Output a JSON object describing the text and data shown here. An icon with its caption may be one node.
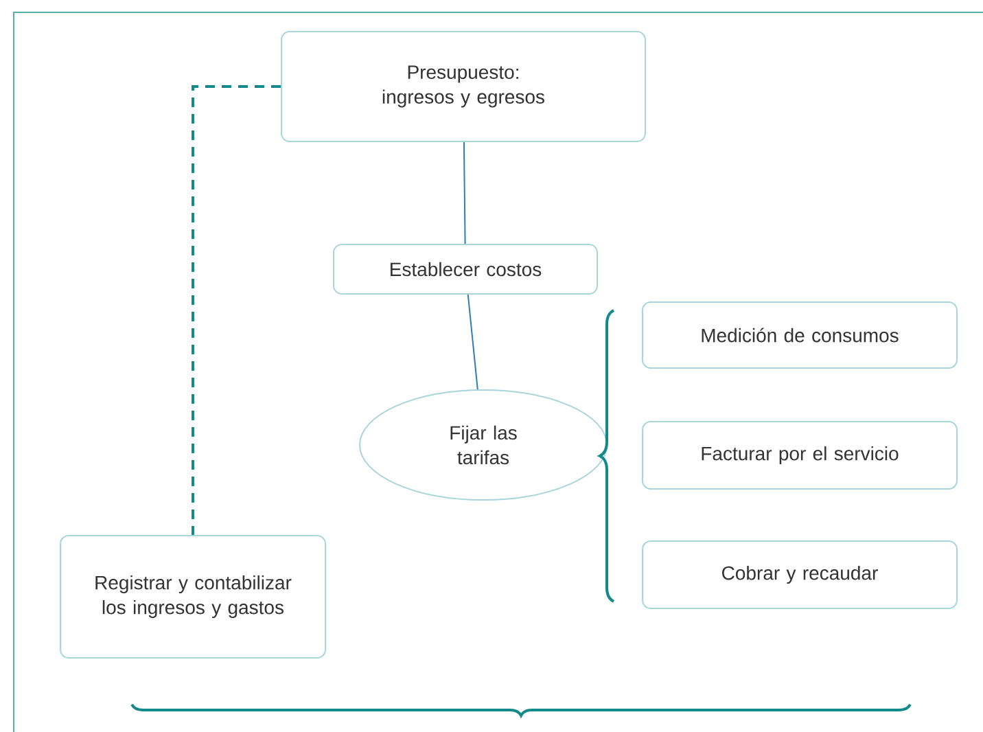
{
  "diagram": {
    "nodes": [
      {
        "text": [
          "Presupuesto: ingresos y egresos"
        ]
      },
      {
        "text": [
          "Establecer costos"
        ]
      },
      {
        "text": [
          "Fijar las tarifas"
        ]
      },
      {
        "text": [
          "Medición de consumos"
        ]
      },
      {
        "text": [
          "Facturar por el servicio"
        ]
      },
      {
        "text": [
          "Cobrar y recaudar"
        ]
      },
      {
        "text": [
          "Registrar y contabilizar los ingresos y gastos"
        ]
      }
    ],
    "edges": [
      {
        "from": 0,
        "to": 1,
        "arrow": "none"
      },
      {
        "from": 1,
        "to": 2,
        "arrow": "none"
      },
      {
        "from": 0,
        "to": 6,
        "arrow": "none",
        "style": "dashed",
        "color": "#138a8a"
      }
    ]
  }
}
